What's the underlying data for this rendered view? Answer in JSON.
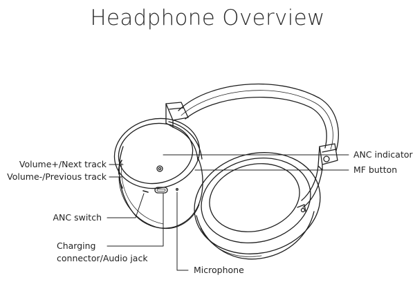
{
  "title": "Headphone Overview",
  "labels": {
    "anc_indicator": "ANC indicator",
    "mf_button": "MF button",
    "volume_up": "Volume+/Next track",
    "volume_down": "Volume-/Previous track",
    "anc_switch": "ANC switch",
    "charging_line1": "Charging",
    "charging_line2": "connector/Audio jack",
    "microphone": "Microphone"
  },
  "colors": {
    "line": "#1e1e1e",
    "text": "#222222",
    "background": "#ffffff"
  }
}
